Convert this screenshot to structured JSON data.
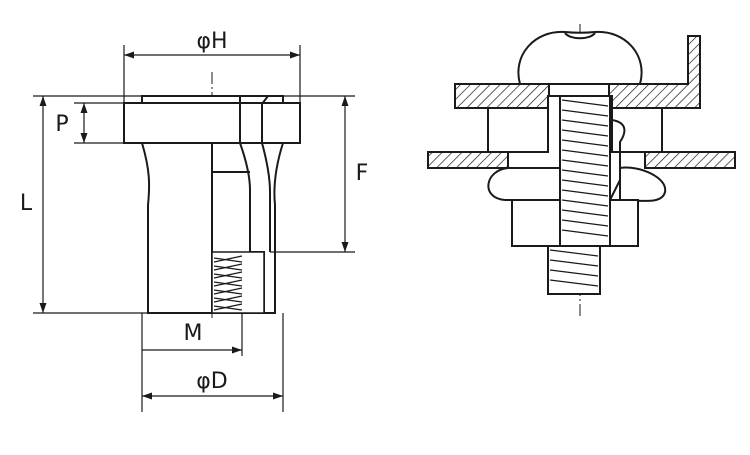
{
  "diagram": {
    "left_view": {
      "dimensions": {
        "H": "φH",
        "P": "P",
        "L": "L",
        "F": "F",
        "M": "M",
        "D": "φD"
      }
    },
    "right_view": {}
  }
}
